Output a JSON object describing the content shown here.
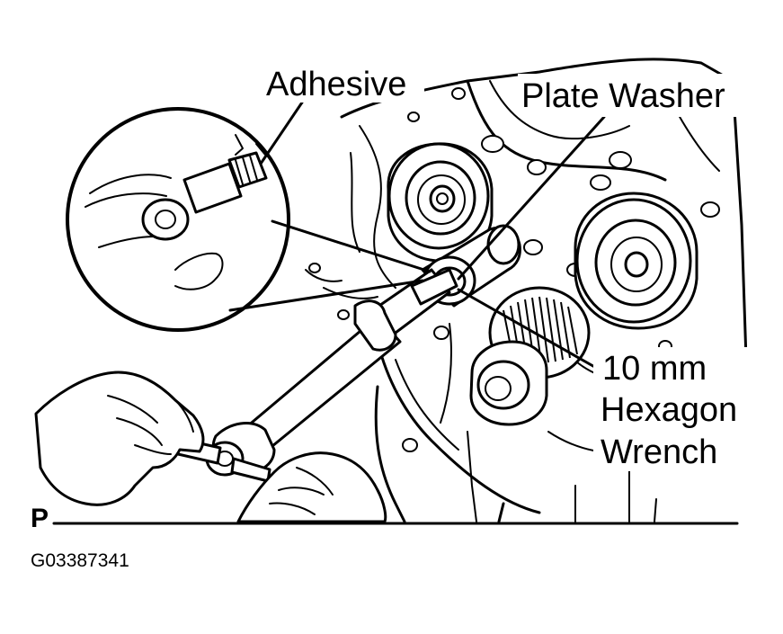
{
  "labels": {
    "adhesive": "Adhesive",
    "plate_washer": "Plate Washer",
    "hex_wrench_line1": "10 mm",
    "hex_wrench_line2": "Hexagon",
    "hex_wrench_line3": "Wrench",
    "corner_mark": "P",
    "figure_code": "G03387341"
  }
}
